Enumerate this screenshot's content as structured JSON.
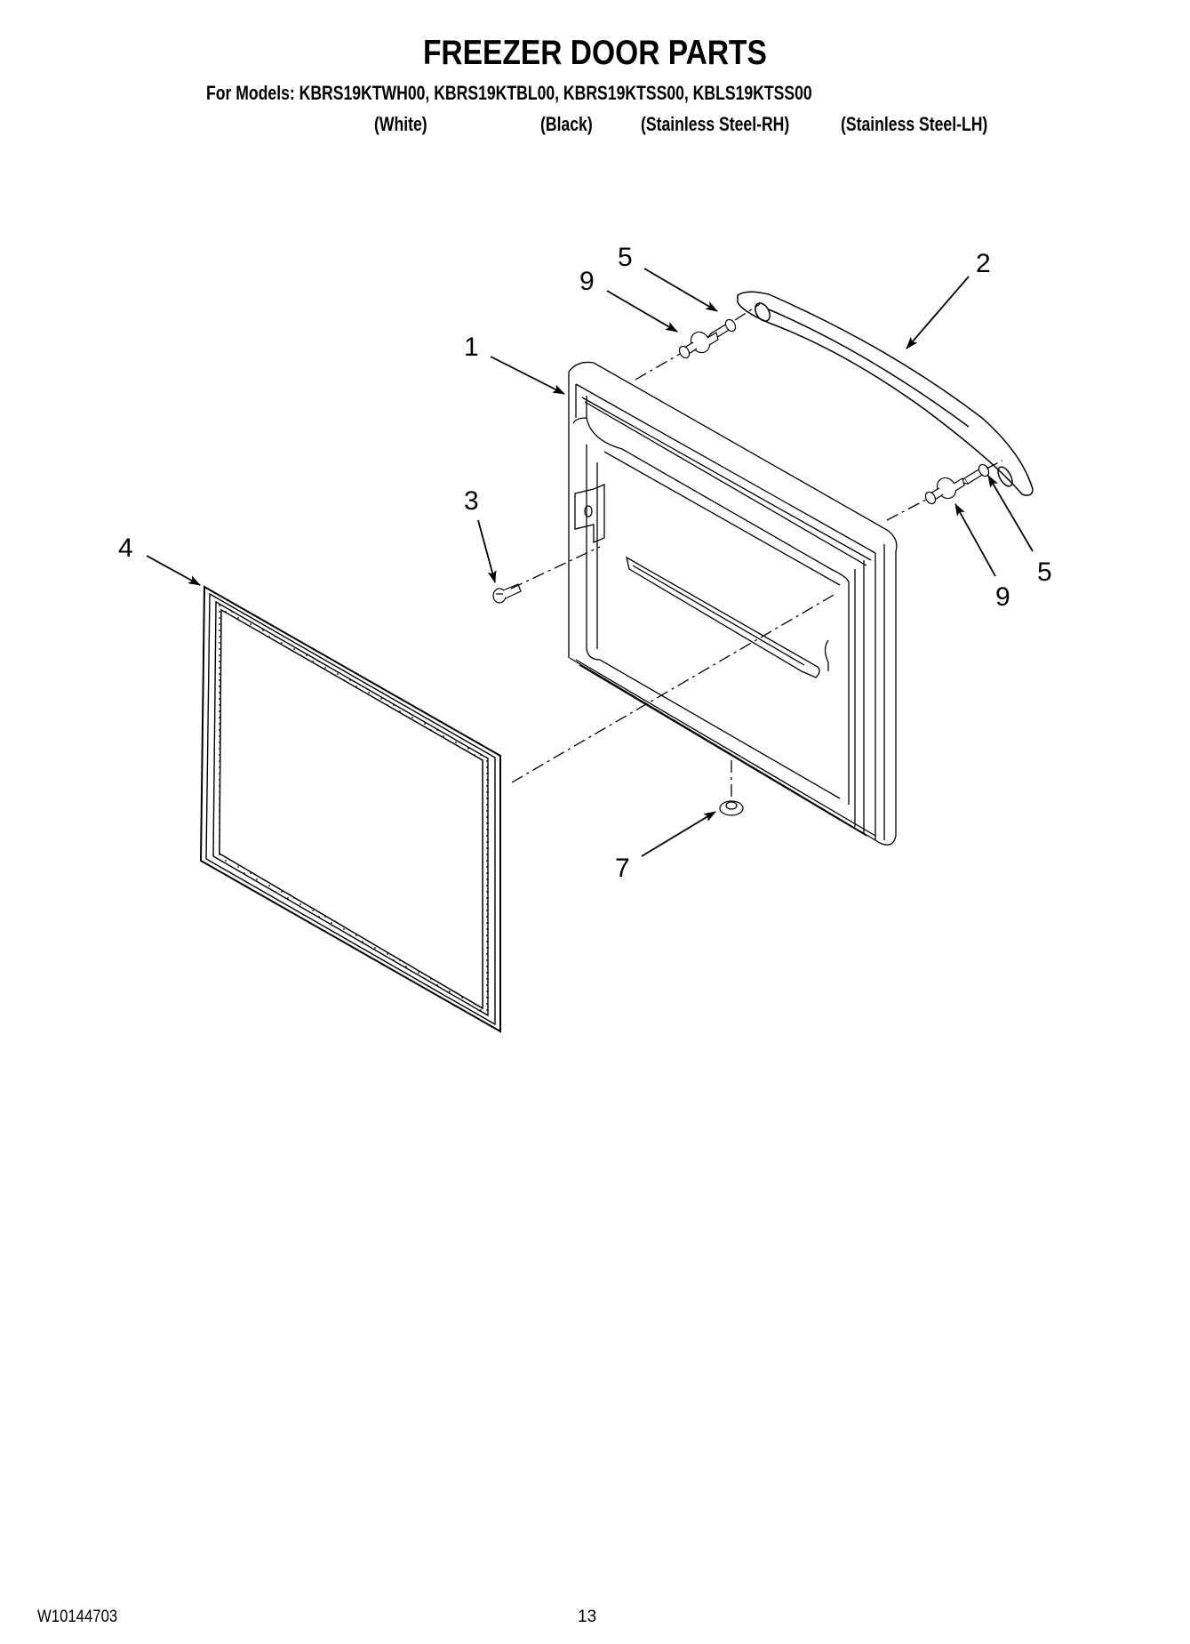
{
  "header": {
    "title": "FREEZER DOOR PARTS",
    "models_line": "For Models: KBRS19KTWH00, KBRS19KTBL00, KBRS19KTSS00, KBLS19KTSS00",
    "model_colors": [
      {
        "model": "KBRS19KTWH00",
        "color": "(White)"
      },
      {
        "model": "KBRS19KTBL00",
        "color": "(Black)"
      },
      {
        "model": "KBRS19KTSS00",
        "color": "(Stainless Steel-RH)"
      },
      {
        "model": "KBLS19KTSS00",
        "color": "(Stainless Steel-LH)"
      }
    ]
  },
  "diagram": {
    "callouts": [
      {
        "id": "1",
        "label": "1",
        "part": "door"
      },
      {
        "id": "2",
        "label": "2",
        "part": "handle"
      },
      {
        "id": "3",
        "label": "3",
        "part": "hinge-screw"
      },
      {
        "id": "4",
        "label": "4",
        "part": "gasket"
      },
      {
        "id": "5a",
        "label": "5",
        "part": "handle-screw-top"
      },
      {
        "id": "5b",
        "label": "5",
        "part": "handle-screw-bottom"
      },
      {
        "id": "7",
        "label": "7",
        "part": "washer"
      },
      {
        "id": "9a",
        "label": "9",
        "part": "bushing-top"
      },
      {
        "id": "9b",
        "label": "9",
        "part": "bushing-bottom"
      }
    ]
  },
  "footer": {
    "doc_number": "W10144703",
    "page_number": "13"
  }
}
